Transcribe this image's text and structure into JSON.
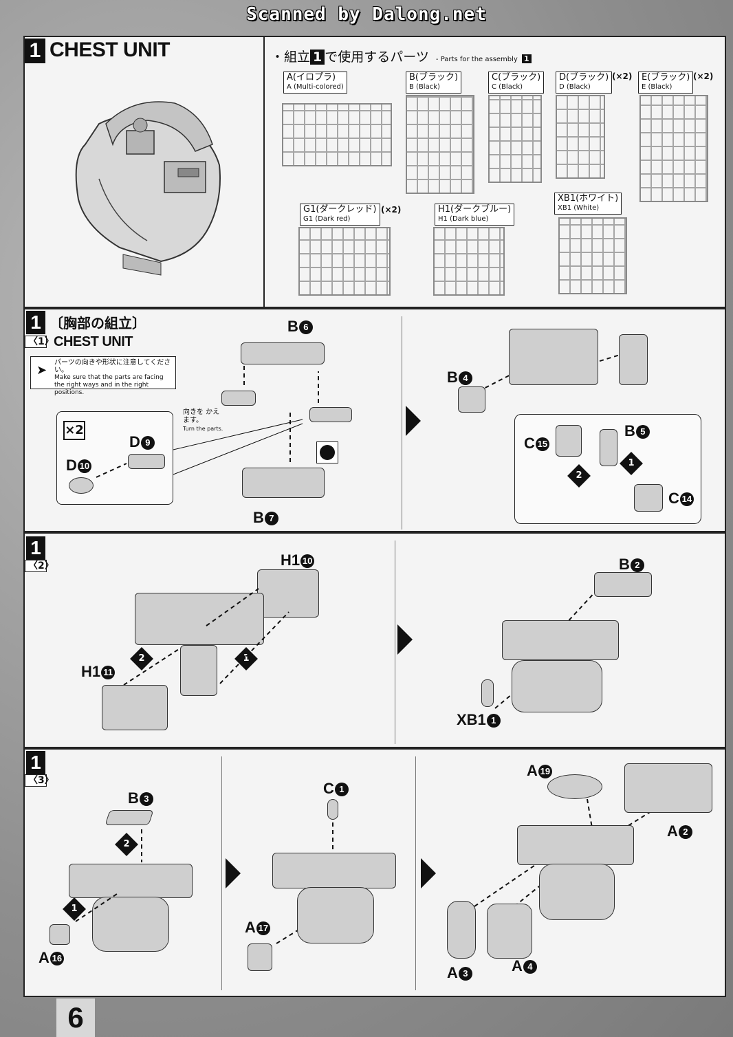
{
  "watermark": "Scanned by Dalong.net",
  "page_number": "6",
  "top_panel": {
    "step": "1",
    "title": "CHEST UNIT",
    "parts_heading_jp": "・組立",
    "parts_heading_num": "1",
    "parts_heading_jp2": "で使用するパーツ",
    "parts_heading_en": "- Parts for the assembly",
    "parts_heading_en_num": "1",
    "runners": [
      {
        "jp": "A(イロプラ)",
        "en": "A (Multi-colored)",
        "mult": ""
      },
      {
        "jp": "B(ブラック)",
        "en": "B (Black)",
        "mult": ""
      },
      {
        "jp": "C(ブラック)",
        "en": "C (Black)",
        "mult": ""
      },
      {
        "jp": "D(ブラック)",
        "en": "D (Black)",
        "mult": "(×2)"
      },
      {
        "jp": "E(ブラック)",
        "en": "E (Black)",
        "mult": "(×2)"
      },
      {
        "jp": "G1(ダークレッド)",
        "en": "G1 (Dark red)",
        "mult": "(×2)"
      },
      {
        "jp": "H1(ダークブルー)",
        "en": "H1 (Dark blue)",
        "mult": ""
      },
      {
        "jp": "XB1(ホワイト)",
        "en": "XB1 (White)",
        "mult": ""
      }
    ]
  },
  "step1_1": {
    "step": "1",
    "sub": "1",
    "title_jp": "〔胸部の組立〕",
    "title_en": "CHEST UNIT",
    "notice_jp": "パーツの向きや形状に注意してください。",
    "notice_en": "Make sure that the parts are facing the right ways and in the right positions.",
    "turn_jp": "向きを かえます。",
    "turn_en": "Turn the parts.",
    "x2": "×2",
    "labels": {
      "b6": "B",
      "b6n": "6",
      "b7": "B",
      "b7n": "7",
      "d9": "D",
      "d9n": "9",
      "d10": "D",
      "d10n": "10",
      "b4": "B",
      "b4n": "4",
      "b5": "B",
      "b5n": "5",
      "c15": "C",
      "c15n": "15",
      "c14": "C",
      "c14n": "14"
    },
    "order": [
      "1",
      "2"
    ]
  },
  "step1_2": {
    "step": "1",
    "sub": "2",
    "labels": {
      "h10": "H1",
      "h10n": "10",
      "h11": "H1",
      "h11n": "11",
      "b2": "B",
      "b2n": "2",
      "xb1": "XB1",
      "xb1n": "1"
    },
    "order": [
      "1",
      "2"
    ]
  },
  "step1_3": {
    "step": "1",
    "sub": "3",
    "labels": {
      "b3": "B",
      "b3n": "3",
      "a16": "A",
      "a16n": "16",
      "c1": "C",
      "c1n": "1",
      "a17": "A",
      "a17n": "17",
      "a19": "A",
      "a19n": "19",
      "a2": "A",
      "a2n": "2",
      "a3": "A",
      "a3n": "3",
      "a4": "A",
      "a4n": "4"
    },
    "order": [
      "1",
      "2"
    ]
  }
}
